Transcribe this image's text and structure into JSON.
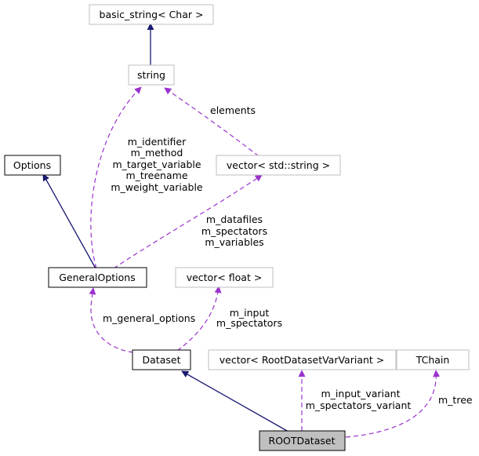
{
  "colors": {
    "inheritance_edge": "#191970",
    "usage_edge": "#9a32cd",
    "node_border_strong": "#000000",
    "node_border_weak": "#bfbfbf",
    "focus_fill": "#bfbfbf",
    "node_fill": "#ffffff"
  },
  "nodes": {
    "basic_string": "basic_string< Char >",
    "string": "string",
    "options": "Options",
    "vector_string": "vector< std::string >",
    "general_options": "GeneralOptions",
    "vector_float": "vector< float >",
    "dataset": "Dataset",
    "vector_variant": "vector< RootDatasetVarVariant >",
    "tchain": "TChain",
    "root_dataset": "ROOTDataset"
  },
  "edges": {
    "elements": "elements",
    "general_to_string": [
      "m_identifier",
      "m_method",
      "m_target_variable",
      "m_treename",
      "m_weight_variable"
    ],
    "general_to_vector_string": [
      "m_datafiles",
      "m_spectators",
      "m_variables"
    ],
    "dataset_to_general": "m_general_options",
    "dataset_to_vector_float": [
      "m_input",
      "m_spectators"
    ],
    "root_to_vector_variant": [
      "m_input_variant",
      "m_spectators_variant"
    ],
    "root_to_tchain": "m_tree"
  }
}
